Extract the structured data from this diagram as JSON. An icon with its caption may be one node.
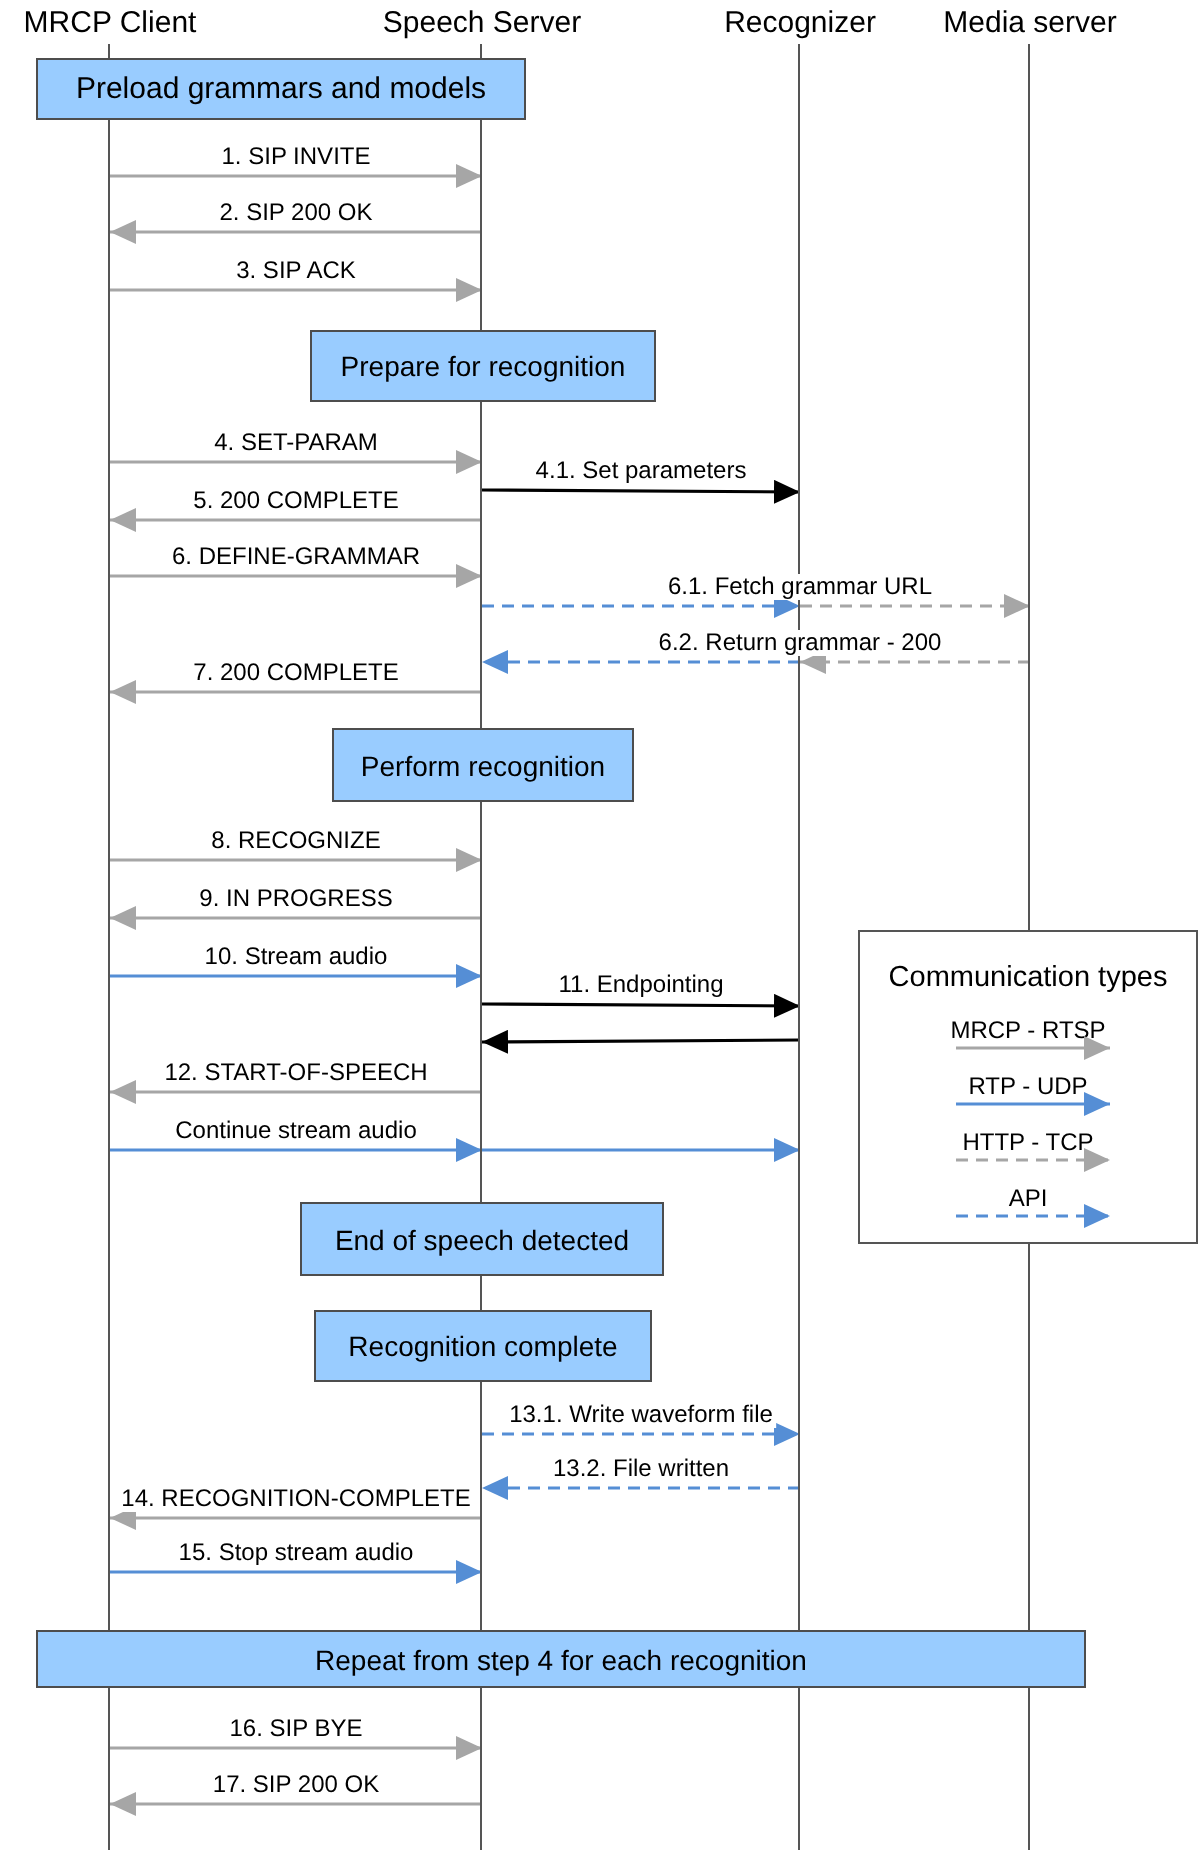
{
  "diagram": {
    "nodes": [
      {
        "text": [
          "MRCP Client"
        ]
      },
      {
        "text": [
          "Speech Server"
        ]
      },
      {
        "text": [
          "Recognizer"
        ]
      },
      {
        "text": [
          "Media server"
        ]
      },
      {
        "text": [
          "Preload grammars and models"
        ]
      },
      {
        "text": [
          "Prepare for recognition"
        ]
      },
      {
        "text": [
          "Perform recognition"
        ]
      },
      {
        "text": [
          "End of speech detected"
        ]
      },
      {
        "text": [
          "Recognition complete"
        ]
      },
      {
        "text": [
          "Repeat from step 4 for each recognition"
        ]
      }
    ],
    "edges": [
      {
        "from": 0,
        "to": 1,
        "arrow": "to",
        "label": "1. SIP INVITE"
      },
      {
        "from": 1,
        "to": 0,
        "arrow": "to",
        "label": "2. SIP 200 OK"
      },
      {
        "from": 0,
        "to": 1,
        "arrow": "to",
        "label": "3. SIP ACK"
      },
      {
        "from": 0,
        "to": 1,
        "arrow": "to",
        "label": "4. SET-PARAM"
      },
      {
        "from": 1,
        "to": 2,
        "arrow": "to",
        "label": "4.1. Set parameters",
        "color": "#000000"
      },
      {
        "from": 1,
        "to": 0,
        "arrow": "to",
        "label": "5. 200 COMPLETE"
      },
      {
        "from": 0,
        "to": 1,
        "arrow": "to",
        "label": "6. DEFINE-GRAMMAR"
      },
      {
        "from": 1,
        "to": 2,
        "arrow": "to",
        "label": "6.1. Fetch grammar URL",
        "style": "dashed",
        "color": "#558ed5"
      },
      {
        "from": 2,
        "to": 3,
        "arrow": "to",
        "style": "dashed"
      },
      {
        "from": 3,
        "to": 2,
        "arrow": "to",
        "style": "dashed"
      },
      {
        "from": 2,
        "to": 1,
        "arrow": "to",
        "label": "6.2. Return grammar - 200",
        "style": "dashed",
        "color": "#558ed5"
      },
      {
        "from": 1,
        "to": 0,
        "arrow": "to",
        "label": "7. 200 COMPLETE"
      },
      {
        "from": 0,
        "to": 1,
        "arrow": "to",
        "label": "8. RECOGNIZE"
      },
      {
        "from": 1,
        "to": 0,
        "arrow": "to",
        "label": "9. IN PROGRESS"
      },
      {
        "from": 0,
        "to": 1,
        "arrow": "to",
        "label": "10. Stream audio",
        "color": "#558ed5"
      },
      {
        "from": 1,
        "to": 2,
        "arrow": "to",
        "label": "11. Endpointing",
        "color": "#000000"
      },
      {
        "from": 2,
        "to": 1,
        "arrow": "to",
        "color": "#000000"
      },
      {
        "from": 1,
        "to": 0,
        "arrow": "to",
        "label": "12. START-OF-SPEECH"
      },
      {
        "from": 0,
        "to": 1,
        "arrow": "to",
        "label": "Continue stream audio",
        "color": "#558ed5"
      },
      {
        "from": 1,
        "to": 2,
        "arrow": "to",
        "color": "#558ed5"
      },
      {
        "from": 1,
        "to": 2,
        "arrow": "to",
        "label": "13.1. Write waveform file",
        "style": "dashed",
        "color": "#558ed5"
      },
      {
        "from": 2,
        "to": 1,
        "arrow": "to",
        "label": "13.2. File written",
        "style": "dashed",
        "color": "#558ed5"
      },
      {
        "from": 1,
        "to": 0,
        "arrow": "to",
        "label": "14. RECOGNITION-COMPLETE"
      },
      {
        "from": 0,
        "to": 1,
        "arrow": "to",
        "label": "15. Stop stream audio",
        "color": "#558ed5"
      },
      {
        "from": 0,
        "to": 1,
        "arrow": "to",
        "label": "16. SIP BYE"
      },
      {
        "from": 1,
        "to": 0,
        "arrow": "to",
        "label": "17. SIP 200 OK"
      }
    ],
    "labels": [
      "Communication types"
    ],
    "legend": [
      {
        "text": "MRCP - RTSP"
      },
      {
        "text": "RTP - UDP"
      },
      {
        "text": "HTTP - TCP"
      },
      {
        "text": "API"
      }
    ]
  }
}
